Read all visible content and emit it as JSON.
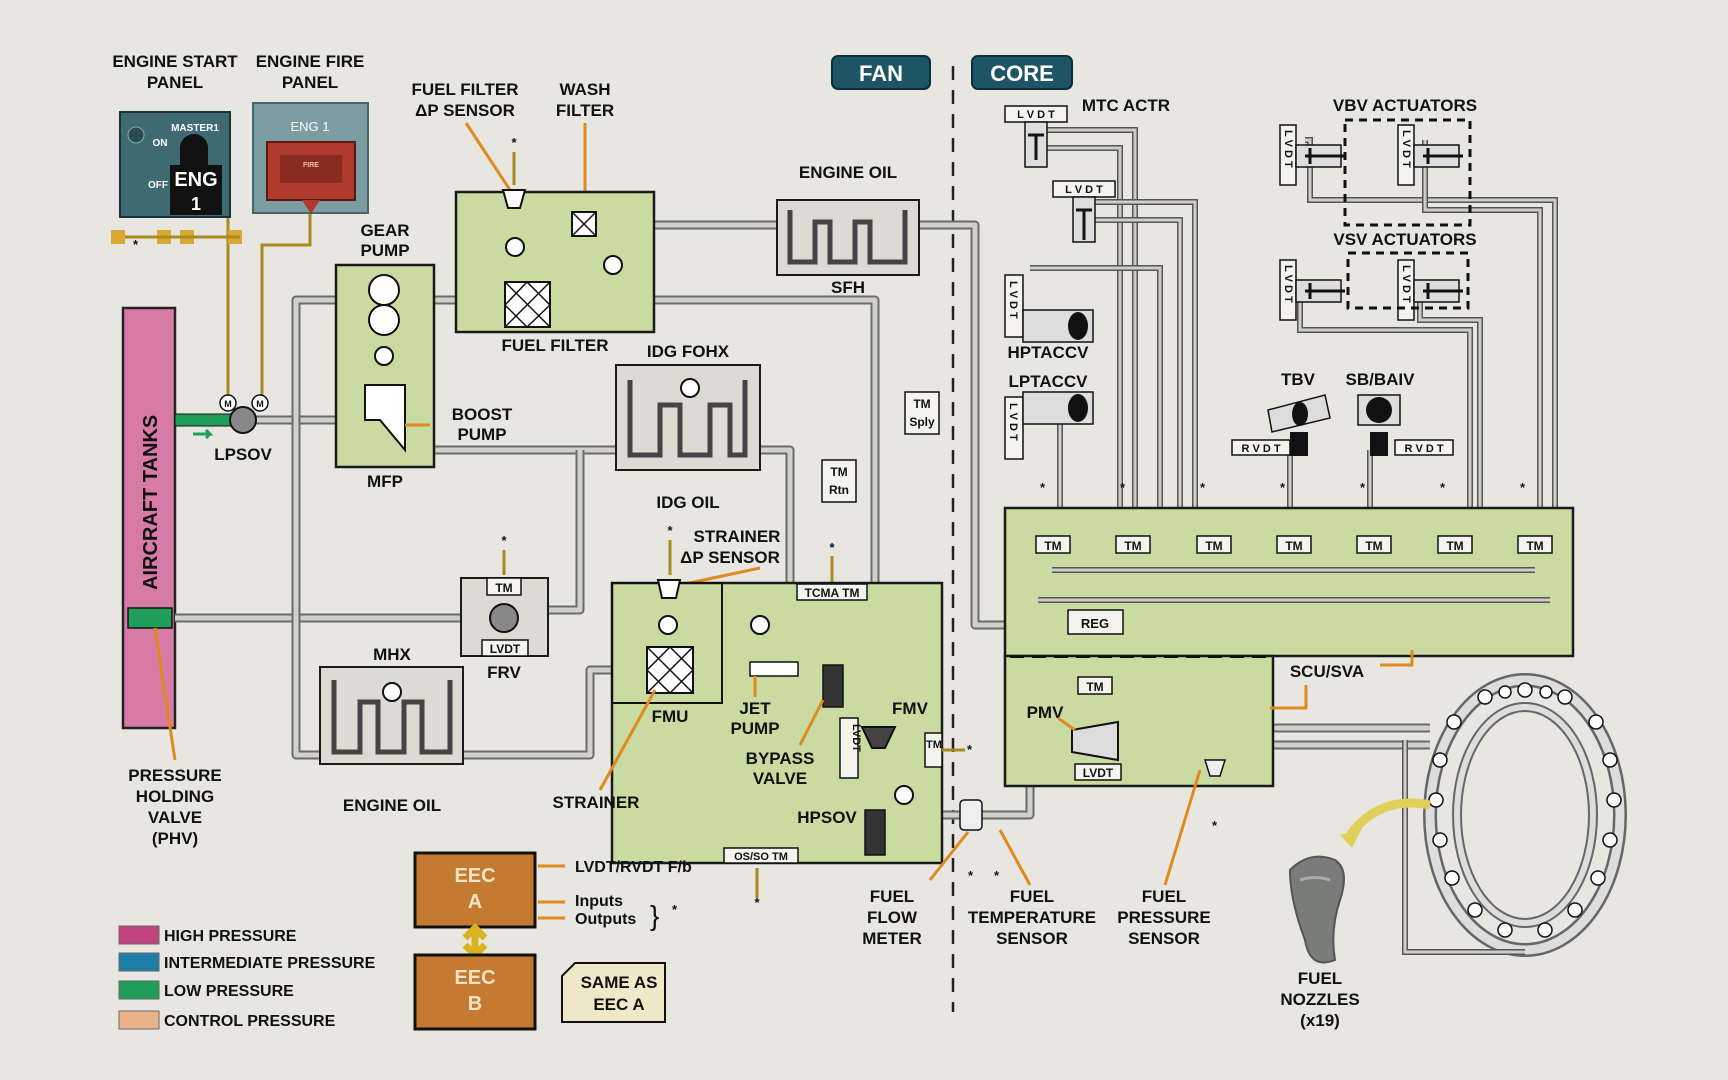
{
  "header": {
    "fan_label": "FAN",
    "core_label": "CORE"
  },
  "panels": {
    "engine_start_panel": "ENGINE START\nPANEL",
    "engine_start_l1": "ENGINE START",
    "engine_start_l2": "PANEL",
    "engine_fire_l1": "ENGINE FIRE",
    "engine_fire_l2": "PANEL",
    "master_label": "MASTER1",
    "on_label": "ON",
    "off_label": "OFF",
    "eng_label": "ENG",
    "eng_num": "1",
    "fire_eng_label": "ENG 1",
    "fire_small": "FIRE"
  },
  "components": {
    "aircraft_tanks": "AIRCRAFT TANKS",
    "lpsov": "LPSOV",
    "gear_pump_l1": "GEAR",
    "gear_pump_l2": "PUMP",
    "boost_pump_l1": "BOOST",
    "boost_pump_l2": "PUMP",
    "mfp": "MFP",
    "fuel_filter_dp_l1": "FUEL FILTER",
    "fuel_filter_dp_l2": "ΔP SENSOR",
    "wash_filter_l1": "WASH",
    "wash_filter_l2": "FILTER",
    "fuel_filter": "FUEL FILTER",
    "engine_oil_top": "ENGINE OIL",
    "sfh": "SFH",
    "idg_fohx": "IDG FOHX",
    "idg_oil": "IDG OIL",
    "tm_sply_l1": "TM",
    "tm_sply_l2": "Sply",
    "tm_rtn_l1": "TM",
    "tm_rtn_l2": "Rtn",
    "strainer_dp_l1": "STRAINER",
    "strainer_dp_l2": "ΔP SENSOR",
    "tcma_tm": "TCMA TM",
    "frv": "FRV",
    "lvdt": "LVDT",
    "tm": "TM",
    "mhx": "MHX",
    "fmu": "FMU",
    "jet_pump_l1": "JET",
    "jet_pump_l2": "PUMP",
    "bypass_valve_l1": "BYPASS",
    "bypass_valve_l2": "VALVE",
    "fmv": "FMV",
    "hpsov": "HPSOV",
    "os_so_tm": "OS/SO TM",
    "strainer": "STRAINER",
    "engine_oil_bottom": "ENGINE OIL",
    "phv_l1": "PRESSURE",
    "phv_l2": "HOLDING",
    "phv_l3": "VALVE",
    "phv_l4": "(PHV)",
    "mtc_actr": "MTC ACTR",
    "vbv_actuators": "VBV ACTUATORS",
    "vsv_actuators": "VSV ACTUATORS",
    "hptaccv": "HPTACCV",
    "lptaccv": "LPTACCV",
    "tbv": "TBV",
    "sb_baiv": "SB/BAIV",
    "rvdt": "R V D T",
    "lvdt_spaced": "L V D T",
    "reg": "REG",
    "pmv": "PMV",
    "scu_sva": "SCU/SVA",
    "fuel_flow_l1": "FUEL",
    "fuel_flow_l2": "FLOW",
    "fuel_flow_l3": "METER",
    "fuel_temp_l1": "FUEL",
    "fuel_temp_l2": "TEMPERATURE",
    "fuel_temp_l3": "SENSOR",
    "fuel_press_l1": "FUEL",
    "fuel_press_l2": "PRESSURE",
    "fuel_press_l3": "SENSOR",
    "nozzles_l1": "FUEL",
    "nozzles_l2": "NOZZLES",
    "nozzles_l3": "(x19)",
    "asterisk": "*"
  },
  "eec": {
    "eec_a_l1": "EEC",
    "eec_a_l2": "A",
    "eec_b_l1": "EEC",
    "eec_b_l2": "B",
    "lvdt_rvdt_fb": "LVDT/RVDT F/b",
    "inputs": "Inputs",
    "outputs": "Outputs",
    "same_as_l1": "SAME AS",
    "same_as_l2": "EEC A"
  },
  "legend": [
    {
      "label": "HIGH PRESSURE",
      "color": "#c2447e"
    },
    {
      "label": "INTERMEDIATE PRESSURE",
      "color": "#1d7ea8"
    },
    {
      "label": "LOW PRESSURE",
      "color": "#1f9e5a"
    },
    {
      "label": "CONTROL PRESSURE",
      "color": "#eab28a"
    }
  ],
  "colors": {
    "accent_teal": "#1e5566",
    "panel_green": "#c9dba0",
    "tank_pink": "#d77aa6",
    "control_orange": "#e08a1e",
    "eec_brown": "#c47a30"
  }
}
